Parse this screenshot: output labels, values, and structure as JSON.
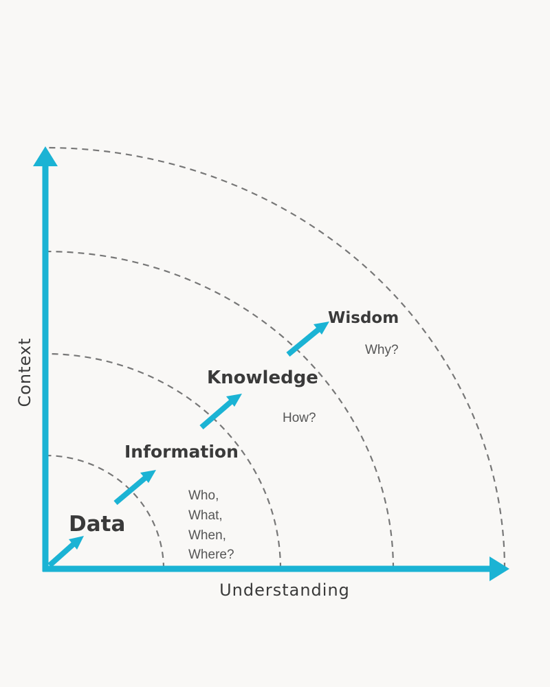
{
  "axes": {
    "x_label": "Understanding",
    "y_label": "Context",
    "color": "#1bb3d4"
  },
  "stages": [
    {
      "name": "Data",
      "question": [
        "Who,",
        "What,",
        "When,",
        "Where?"
      ]
    },
    {
      "name": "Information",
      "question": []
    },
    {
      "name": "Knowledge",
      "question": [
        "How?"
      ]
    },
    {
      "name": "Wisdom",
      "question": [
        "Why?"
      ]
    }
  ],
  "arc_color": "#777777"
}
